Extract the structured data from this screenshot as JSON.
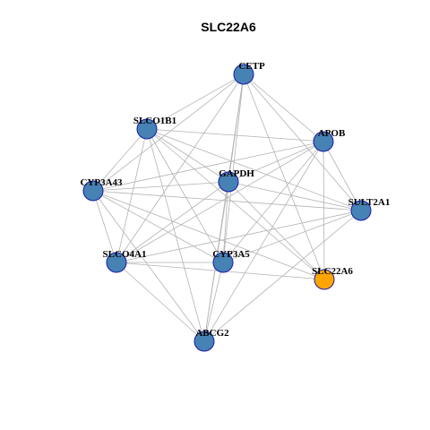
{
  "title": "SLC22A6",
  "colors": {
    "node_default": "#4682b4",
    "node_highlight": "#ffa500",
    "node_border": "#1a1aa6",
    "edge": "#b3b3b3"
  },
  "graph": {
    "nodes": [
      {
        "id": "CETP",
        "label": "CETP",
        "highlight": false
      },
      {
        "id": "SLCO1B1",
        "label": "SLCO1B1",
        "highlight": false
      },
      {
        "id": "APOB",
        "label": "APOB",
        "highlight": false
      },
      {
        "id": "GAPDH",
        "label": "GAPDH",
        "highlight": false
      },
      {
        "id": "CYP3A43",
        "label": "CYP3A43",
        "highlight": false
      },
      {
        "id": "SULT2A1",
        "label": "SULT2A1",
        "highlight": false
      },
      {
        "id": "SLCO4A1",
        "label": "SLCO4A1",
        "highlight": false
      },
      {
        "id": "CYP3A5",
        "label": "CYP3A5",
        "highlight": false
      },
      {
        "id": "SLC22A6",
        "label": "SLC22A6",
        "highlight": true
      },
      {
        "id": "ABCG2",
        "label": "ABCG2",
        "highlight": false
      }
    ],
    "edges": [
      [
        "CETP",
        "SLCO1B1"
      ],
      [
        "CETP",
        "APOB"
      ],
      [
        "CETP",
        "GAPDH"
      ],
      [
        "CETP",
        "CYP3A43"
      ],
      [
        "CETP",
        "SULT2A1"
      ],
      [
        "CETP",
        "SLCO4A1"
      ],
      [
        "CETP",
        "CYP3A5"
      ],
      [
        "CETP",
        "SLC22A6"
      ],
      [
        "CETP",
        "ABCG2"
      ],
      [
        "SLCO1B1",
        "APOB"
      ],
      [
        "SLCO1B1",
        "GAPDH"
      ],
      [
        "SLCO1B1",
        "CYP3A43"
      ],
      [
        "SLCO1B1",
        "SULT2A1"
      ],
      [
        "SLCO1B1",
        "SLCO4A1"
      ],
      [
        "SLCO1B1",
        "CYP3A5"
      ],
      [
        "SLCO1B1",
        "SLC22A6"
      ],
      [
        "SLCO1B1",
        "ABCG2"
      ],
      [
        "APOB",
        "GAPDH"
      ],
      [
        "APOB",
        "CYP3A43"
      ],
      [
        "APOB",
        "SULT2A1"
      ],
      [
        "APOB",
        "SLCO4A1"
      ],
      [
        "APOB",
        "CYP3A5"
      ],
      [
        "APOB",
        "SLC22A6"
      ],
      [
        "APOB",
        "ABCG2"
      ],
      [
        "GAPDH",
        "CYP3A43"
      ],
      [
        "GAPDH",
        "SULT2A1"
      ],
      [
        "GAPDH",
        "SLCO4A1"
      ],
      [
        "GAPDH",
        "CYP3A5"
      ],
      [
        "GAPDH",
        "SLC22A6"
      ],
      [
        "GAPDH",
        "ABCG2"
      ],
      [
        "CYP3A43",
        "SULT2A1"
      ],
      [
        "CYP3A43",
        "SLCO4A1"
      ],
      [
        "CYP3A43",
        "CYP3A5"
      ],
      [
        "CYP3A43",
        "SLC22A6"
      ],
      [
        "CYP3A43",
        "ABCG2"
      ],
      [
        "SULT2A1",
        "SLCO4A1"
      ],
      [
        "SULT2A1",
        "CYP3A5"
      ],
      [
        "SULT2A1",
        "ABCG2"
      ],
      [
        "SLCO4A1",
        "CYP3A5"
      ],
      [
        "SLCO4A1",
        "SLC22A6"
      ],
      [
        "SLCO4A1",
        "ABCG2"
      ],
      [
        "CYP3A5",
        "ABCG2"
      ]
    ]
  }
}
